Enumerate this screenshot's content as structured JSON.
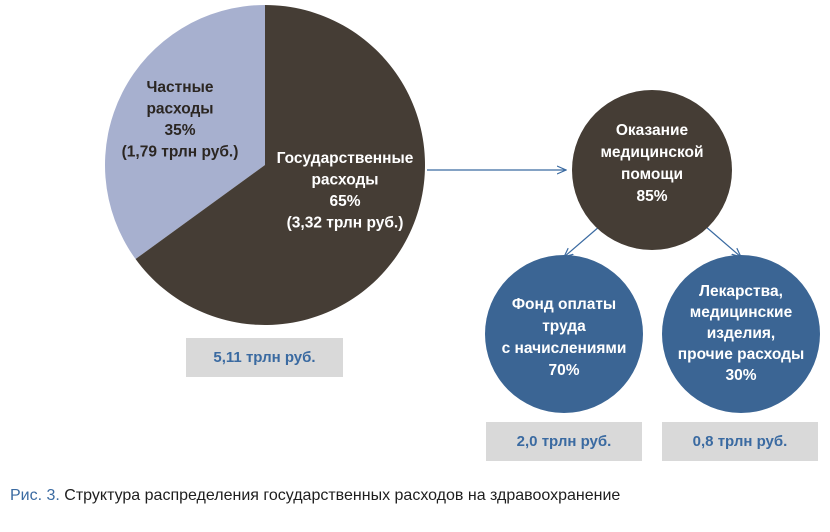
{
  "chart_data": {
    "type": "pie",
    "slices": [
      {
        "name": "private",
        "lines": [
          "Частные",
          "расходы",
          "35%",
          "(1,79 трлн руб.)"
        ],
        "value": 35,
        "color": "#a7b0cf",
        "text_color": "#2b2622"
      },
      {
        "name": "government",
        "lines": [
          "Государственные",
          "расходы",
          "65%",
          "(3,32 трлн руб.)"
        ],
        "value": 65,
        "color": "#453d35",
        "text_color": "#ffffff"
      }
    ],
    "total_label": "5,11 трлн руб."
  },
  "breakdown": {
    "medical": {
      "lines": [
        "Оказание",
        "медицинской",
        "помощи",
        "85%"
      ],
      "value": 85,
      "color": "#453d35",
      "text_color": "#ffffff"
    },
    "children": [
      {
        "name": "wages",
        "lines": [
          "Фонд оплаты",
          "труда",
          "с начислениями",
          "70%"
        ],
        "value": 70,
        "color": "#3b6594",
        "text_color": "#ffffff",
        "total_label": "2,0 трлн руб."
      },
      {
        "name": "drugs",
        "lines": [
          "Лекарства,",
          "медицинские",
          "изделия,",
          "прочие расходы",
          "30%"
        ],
        "value": 30,
        "color": "#3b6594",
        "text_color": "#ffffff",
        "total_label": "0,8 трлн руб."
      }
    ],
    "arrow_color": "#3a6aa1"
  },
  "caption": {
    "prefix": "Рис. 3.",
    "text": " Структура распределения государственных расходов на здравоохранение"
  }
}
